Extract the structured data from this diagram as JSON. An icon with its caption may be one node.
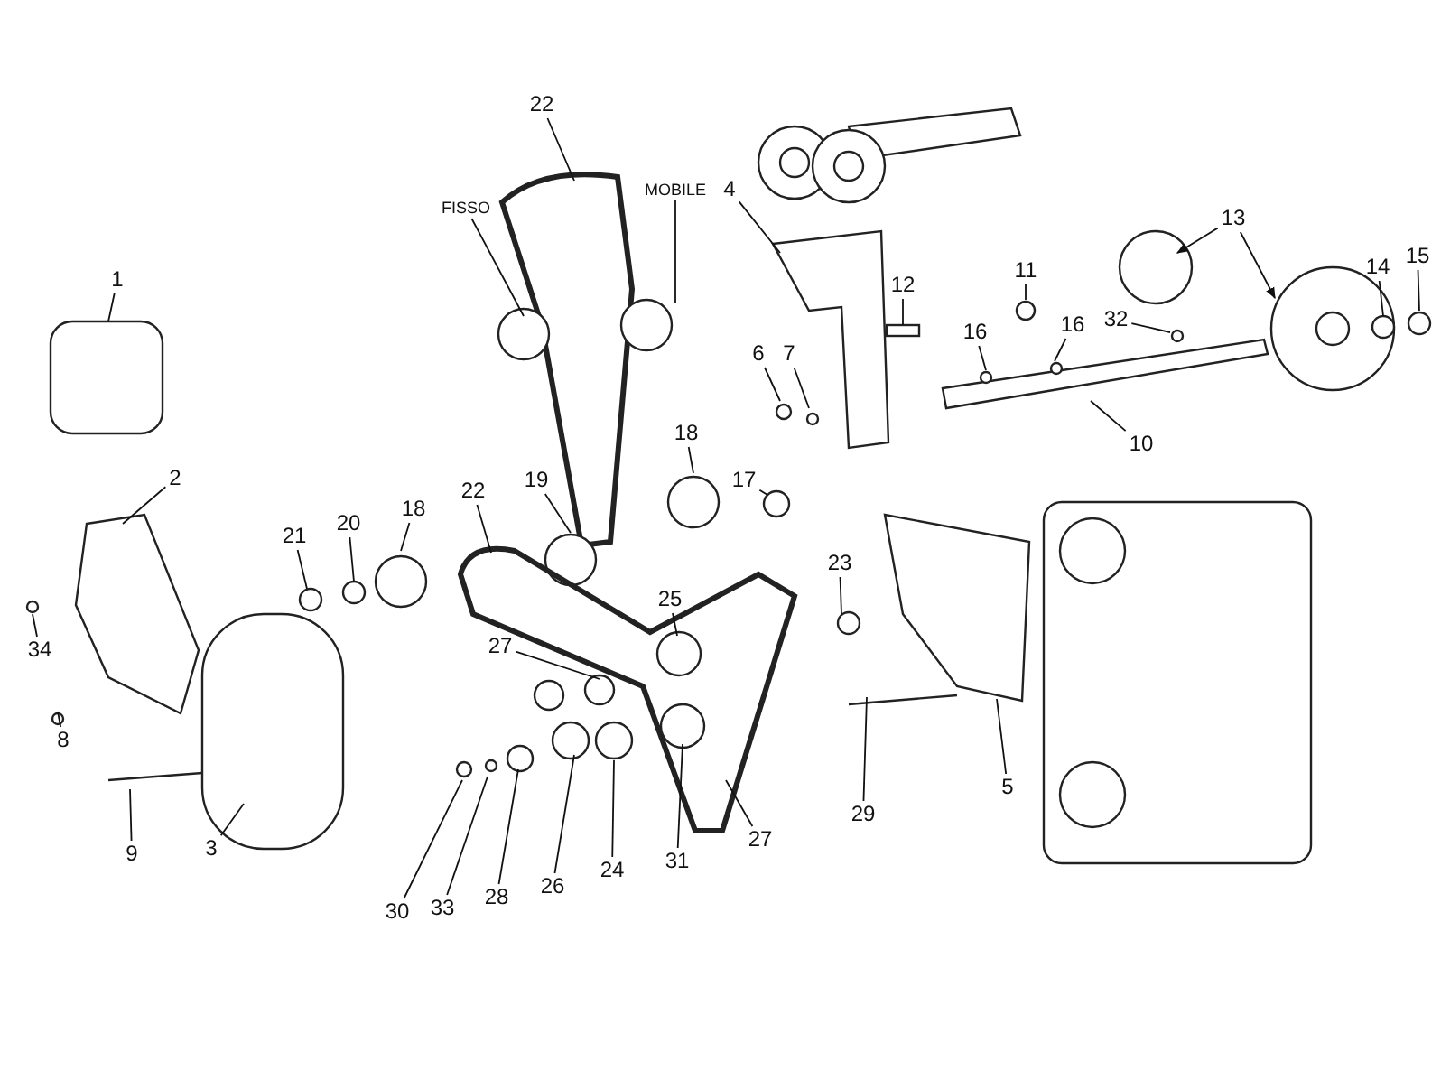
{
  "diagram": {
    "nodes": [
      {
        "text": [
          "22"
        ]
      },
      {
        "text": [
          "MOBILE"
        ]
      },
      {
        "text": [
          "4"
        ]
      },
      {
        "text": [
          "FISSO"
        ]
      },
      {
        "text": [
          "13"
        ]
      },
      {
        "text": [
          "15"
        ]
      },
      {
        "text": [
          "14"
        ]
      },
      {
        "text": [
          "1"
        ]
      },
      {
        "text": [
          "11"
        ]
      },
      {
        "text": [
          "12"
        ]
      },
      {
        "text": [
          "32"
        ]
      },
      {
        "text": [
          "16"
        ]
      },
      {
        "text": [
          "16"
        ]
      },
      {
        "text": [
          "7"
        ]
      },
      {
        "text": [
          "6"
        ]
      },
      {
        "text": [
          "17"
        ]
      },
      {
        "text": [
          "18"
        ]
      },
      {
        "text": [
          "10"
        ]
      },
      {
        "text": [
          "2"
        ]
      },
      {
        "text": [
          "19"
        ]
      },
      {
        "text": [
          "22"
        ]
      },
      {
        "text": [
          "18"
        ]
      },
      {
        "text": [
          "20"
        ]
      },
      {
        "text": [
          "21"
        ]
      },
      {
        "text": [
          "23"
        ]
      },
      {
        "text": [
          "25"
        ]
      },
      {
        "text": [
          "27"
        ]
      },
      {
        "text": [
          "34"
        ]
      },
      {
        "text": [
          "8"
        ]
      },
      {
        "text": [
          "5"
        ]
      },
      {
        "text": [
          "29"
        ]
      },
      {
        "text": [
          "3"
        ]
      },
      {
        "text": [
          "27"
        ]
      },
      {
        "text": [
          "9"
        ]
      },
      {
        "text": [
          "31"
        ]
      },
      {
        "text": [
          "24"
        ]
      },
      {
        "text": [
          "26"
        ]
      },
      {
        "text": [
          "28"
        ]
      },
      {
        "text": [
          "33"
        ]
      },
      {
        "text": [
          "30"
        ]
      }
    ],
    "edges": [
      {
        "from": 0,
        "to": null,
        "arrow": "none"
      },
      {
        "from": 1,
        "to": null,
        "arrow": "none"
      },
      {
        "from": 2,
        "to": null,
        "arrow": "none"
      },
      {
        "from": 3,
        "to": null,
        "arrow": "none"
      },
      {
        "from": 4,
        "to": null,
        "arrow": "to"
      },
      {
        "from": 4,
        "to": null,
        "arrow": "to"
      },
      {
        "from": 5,
        "to": null,
        "arrow": "none"
      },
      {
        "from": 6,
        "to": null,
        "arrow": "none"
      },
      {
        "from": 7,
        "to": null,
        "arrow": "none"
      },
      {
        "from": 8,
        "to": null,
        "arrow": "none"
      },
      {
        "from": 9,
        "to": null,
        "arrow": "none"
      },
      {
        "from": 10,
        "to": null,
        "arrow": "none"
      },
      {
        "from": 11,
        "to": null,
        "arrow": "none"
      },
      {
        "from": 12,
        "to": null,
        "arrow": "none"
      },
      {
        "from": 13,
        "to": null,
        "arrow": "none"
      },
      {
        "from": 14,
        "to": null,
        "arrow": "none"
      },
      {
        "from": 15,
        "to": null,
        "arrow": "none"
      },
      {
        "from": 16,
        "to": null,
        "arrow": "none"
      },
      {
        "from": 17,
        "to": null,
        "arrow": "none"
      },
      {
        "from": 18,
        "to": null,
        "arrow": "none"
      },
      {
        "from": 19,
        "to": null,
        "arrow": "none"
      },
      {
        "from": 20,
        "to": null,
        "arrow": "none"
      },
      {
        "from": 21,
        "to": null,
        "arrow": "none"
      },
      {
        "from": 22,
        "to": null,
        "arrow": "none"
      },
      {
        "from": 23,
        "to": null,
        "arrow": "none"
      },
      {
        "from": 24,
        "to": null,
        "arrow": "none"
      },
      {
        "from": 25,
        "to": null,
        "arrow": "none"
      },
      {
        "from": 26,
        "to": null,
        "arrow": "none"
      },
      {
        "from": 27,
        "to": null,
        "arrow": "none"
      },
      {
        "from": 28,
        "to": null,
        "arrow": "none"
      },
      {
        "from": 29,
        "to": null,
        "arrow": "none"
      },
      {
        "from": 30,
        "to": null,
        "arrow": "none"
      },
      {
        "from": 31,
        "to": null,
        "arrow": "none"
      },
      {
        "from": 32,
        "to": null,
        "arrow": "none"
      },
      {
        "from": 33,
        "to": null,
        "arrow": "none"
      },
      {
        "from": 34,
        "to": null,
        "arrow": "none"
      },
      {
        "from": 35,
        "to": null,
        "arrow": "none"
      },
      {
        "from": 36,
        "to": null,
        "arrow": "none"
      },
      {
        "from": 37,
        "to": null,
        "arrow": "none"
      },
      {
        "from": 38,
        "to": null,
        "arrow": "none"
      },
      {
        "from": 39,
        "to": null,
        "arrow": "none"
      }
    ]
  }
}
